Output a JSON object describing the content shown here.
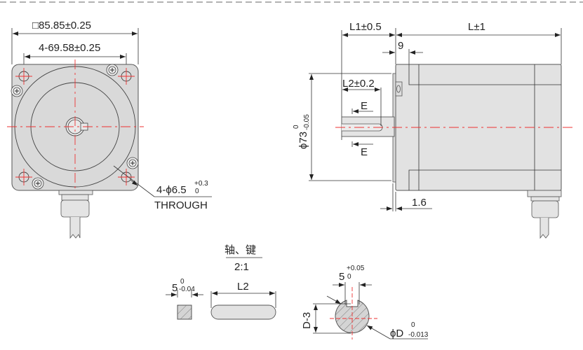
{
  "front_view": {
    "outer_square": "□85.85±0.25",
    "hole_spacing": "4-69.58±0.25",
    "hole_callout_main": "4-ϕ6.5",
    "hole_tol_upper": "+0.3",
    "hole_tol_lower": "0",
    "hole_note": "THROUGH"
  },
  "side_view": {
    "shaft_ext": "L1±0.5",
    "body_len": "L±1",
    "flange_step": "9",
    "key_len": "L2±0.2",
    "section_mark_top": "E",
    "section_mark_bottom": "E",
    "pilot_dia_main": "ϕ73",
    "pilot_tol_upper": "0",
    "pilot_tol_lower": "-0.05",
    "pilot_thickness": "1.6"
  },
  "detail": {
    "title": "轴、键",
    "scale": "2:1",
    "key_width_main": "5",
    "key_width_upper": "0",
    "key_width_lower": "-0.04",
    "key_length": "L2",
    "slot_width_main": "5",
    "slot_tol_upper": "+0.05",
    "slot_tol_lower": "0",
    "flat_depth": "D-3",
    "shaft_dia_main": "ϕD",
    "shaft_tol_upper": "0",
    "shaft_tol_lower": "-0.013"
  }
}
